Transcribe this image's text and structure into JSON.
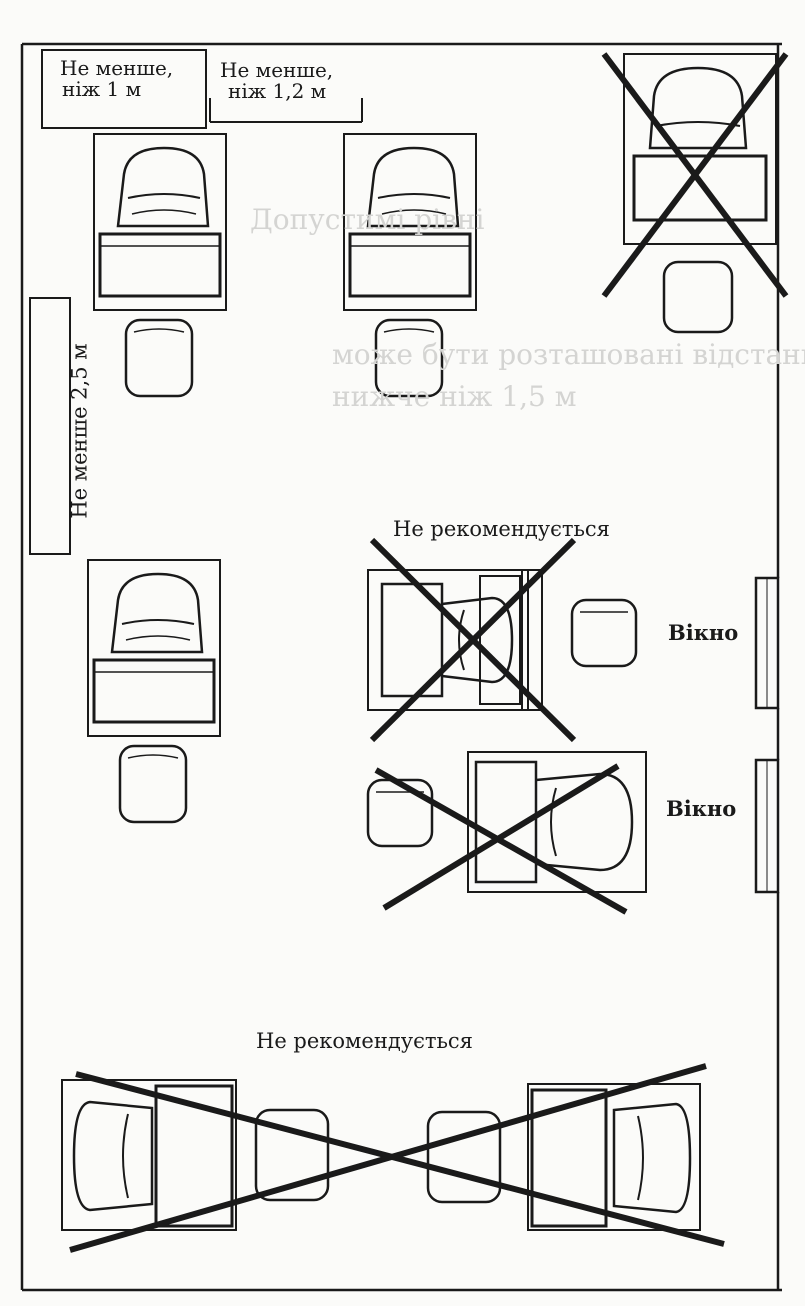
{
  "labels": {
    "dist_1m_a": "Не менше,",
    "dist_1m_b": "ніж 1 м",
    "dist_12m_a": "Не менше,",
    "dist_12m_b": "ніж 1,2 м",
    "dist_25m": "Не менше 2,5 м",
    "not_recommended_1": "Не рекомендується",
    "not_recommended_2": "Не рекомендується",
    "window_1": "Вікно",
    "window_2": "Вікно"
  },
  "ghost_text": {
    "line1": "Допустимі рівні",
    "line2": "може бути розташовані відстань",
    "line3": "нижче ніж 1,5 м"
  },
  "colors": {
    "ink": "#1a1a1a",
    "cross": "#222222",
    "paper": "#fbfbf9",
    "ghost": "#d4d4d2"
  }
}
